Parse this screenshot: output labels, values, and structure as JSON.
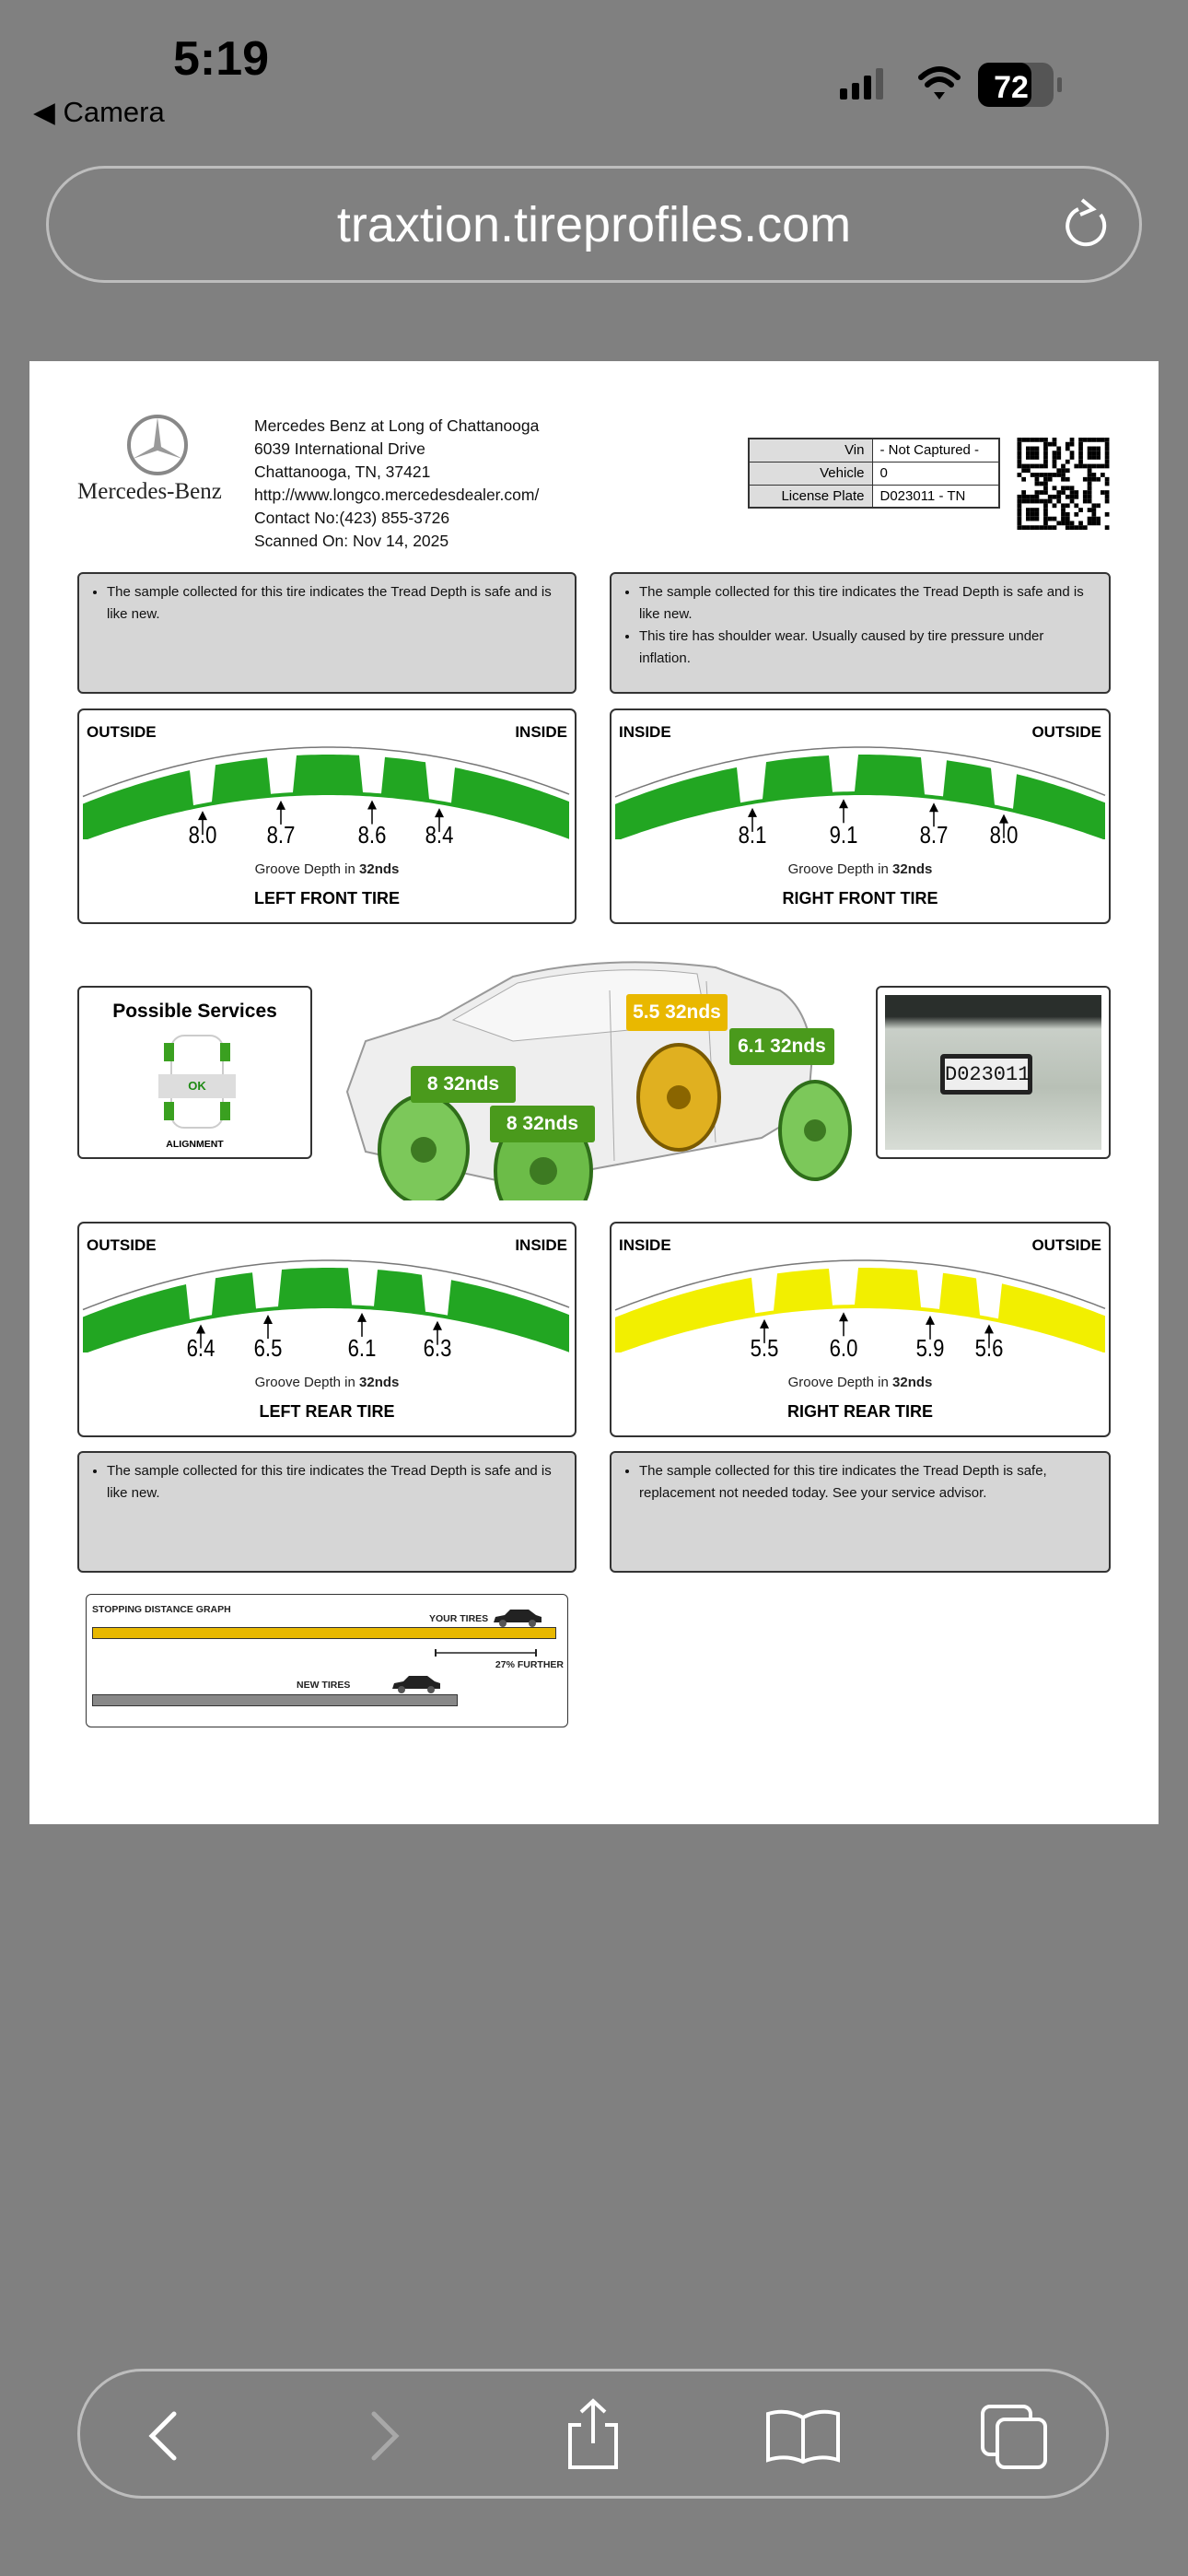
{
  "status_bar": {
    "time": "5:19",
    "back_app": "Camera",
    "battery": "72"
  },
  "browser": {
    "url": "traxtion.tireprofiles.com"
  },
  "report": {
    "brand": "Mercedes-Benz",
    "dealer": [
      "Mercedes Benz at Long of Chattanooga",
      "6039 International Drive",
      "Chattanooga, TN, 37421",
      "http://www.longco.mercedesdealer.com/",
      "Contact No:(423) 855-3726",
      "Scanned On: Nov 14, 2025"
    ],
    "vehicle_info": [
      {
        "label": "Vin",
        "value": "- Not Captured -"
      },
      {
        "label": "Vehicle",
        "value": "0"
      },
      {
        "label": "License Plate",
        "value": "D023011 - TN"
      }
    ],
    "notes": {
      "left_front": [
        "The sample collected for this tire indicates the Tread Depth is safe and is like new."
      ],
      "right_front": [
        "The sample collected for this tire indicates the Tread Depth is safe and is like new.",
        "This tire has shoulder wear. Usually caused by tire pressure under inflation."
      ],
      "left_rear": [
        "The sample collected for this tire indicates the Tread Depth is safe and is like new."
      ],
      "right_rear": [
        "The sample collected for this tire indicates the Tread Depth is safe, replacement not needed today. See your service advisor."
      ]
    },
    "groove_caption": "Groove Depth in ",
    "groove_unit": "32nds",
    "tires": {
      "left_front": {
        "title": "LEFT FRONT TIRE",
        "left_label": "OUTSIDE",
        "right_label": "INSIDE",
        "depths": [
          "8.0",
          "8.7",
          "8.6",
          "8.4"
        ],
        "color": "#22a622"
      },
      "right_front": {
        "title": "RIGHT FRONT TIRE",
        "left_label": "INSIDE",
        "right_label": "OUTSIDE",
        "depths": [
          "8.1",
          "9.1",
          "8.7",
          "8.0"
        ],
        "color": "#22a622"
      },
      "left_rear": {
        "title": "LEFT REAR TIRE",
        "left_label": "OUTSIDE",
        "right_label": "INSIDE",
        "depths": [
          "6.4",
          "6.5",
          "6.1",
          "6.3"
        ],
        "color": "#22a622"
      },
      "right_rear": {
        "title": "RIGHT REAR TIRE",
        "left_label": "INSIDE",
        "right_label": "OUTSIDE",
        "depths": [
          "5.5",
          "6.0",
          "5.9",
          "5.6"
        ],
        "color": "#f2ef00"
      }
    },
    "services": {
      "title": "Possible Services",
      "status": "OK",
      "service": "ALIGNMENT"
    },
    "car_badges": [
      {
        "text": "8 32nds",
        "color": "#4a9a1c"
      },
      {
        "text": "8 32nds",
        "color": "#4a9a1c"
      },
      {
        "text": "5.5 32nds",
        "color": "#e9b800"
      },
      {
        "text": "6.1 32nds",
        "color": "#4a9a1c"
      }
    ],
    "plate_photo_text": "D023011",
    "stopping": {
      "title": "STOPPING DISTANCE GRAPH",
      "your_label": "YOUR TIRES",
      "new_label": "NEW TIRES",
      "difference": "27% FURTHER",
      "your_value": 127,
      "new_value": 100,
      "your_color": "#e8b800",
      "new_color": "#888888"
    }
  }
}
